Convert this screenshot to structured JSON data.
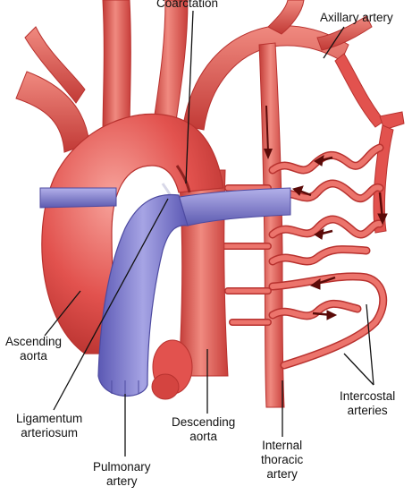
{
  "labels": {
    "coarctation": "Coarctation",
    "axillary_artery": "Axillary artery",
    "ascending_aorta": [
      "Ascending",
      "aorta"
    ],
    "ligamentum_arteriosum": [
      "Ligamentum",
      "arteriosum"
    ],
    "descending_aorta": [
      "Descending",
      "aorta"
    ],
    "pulmonary_artery": [
      "Pulmonary",
      "artery"
    ],
    "internal_thoracic_artery": [
      "Internal",
      "thoracic",
      "artery"
    ],
    "intercostal_arteries": [
      "Intercostal",
      "arteries"
    ]
  },
  "colors": {
    "artery": "#e2524e",
    "artery_dark": "#b8322f",
    "artery_light": "#f7a49c",
    "vein": "#7b78cc",
    "vein_dark": "#4d4aa0",
    "vein_light": "#c9c8ef",
    "leader_line": "#111111",
    "flow_arrow": "#5a0a08"
  }
}
